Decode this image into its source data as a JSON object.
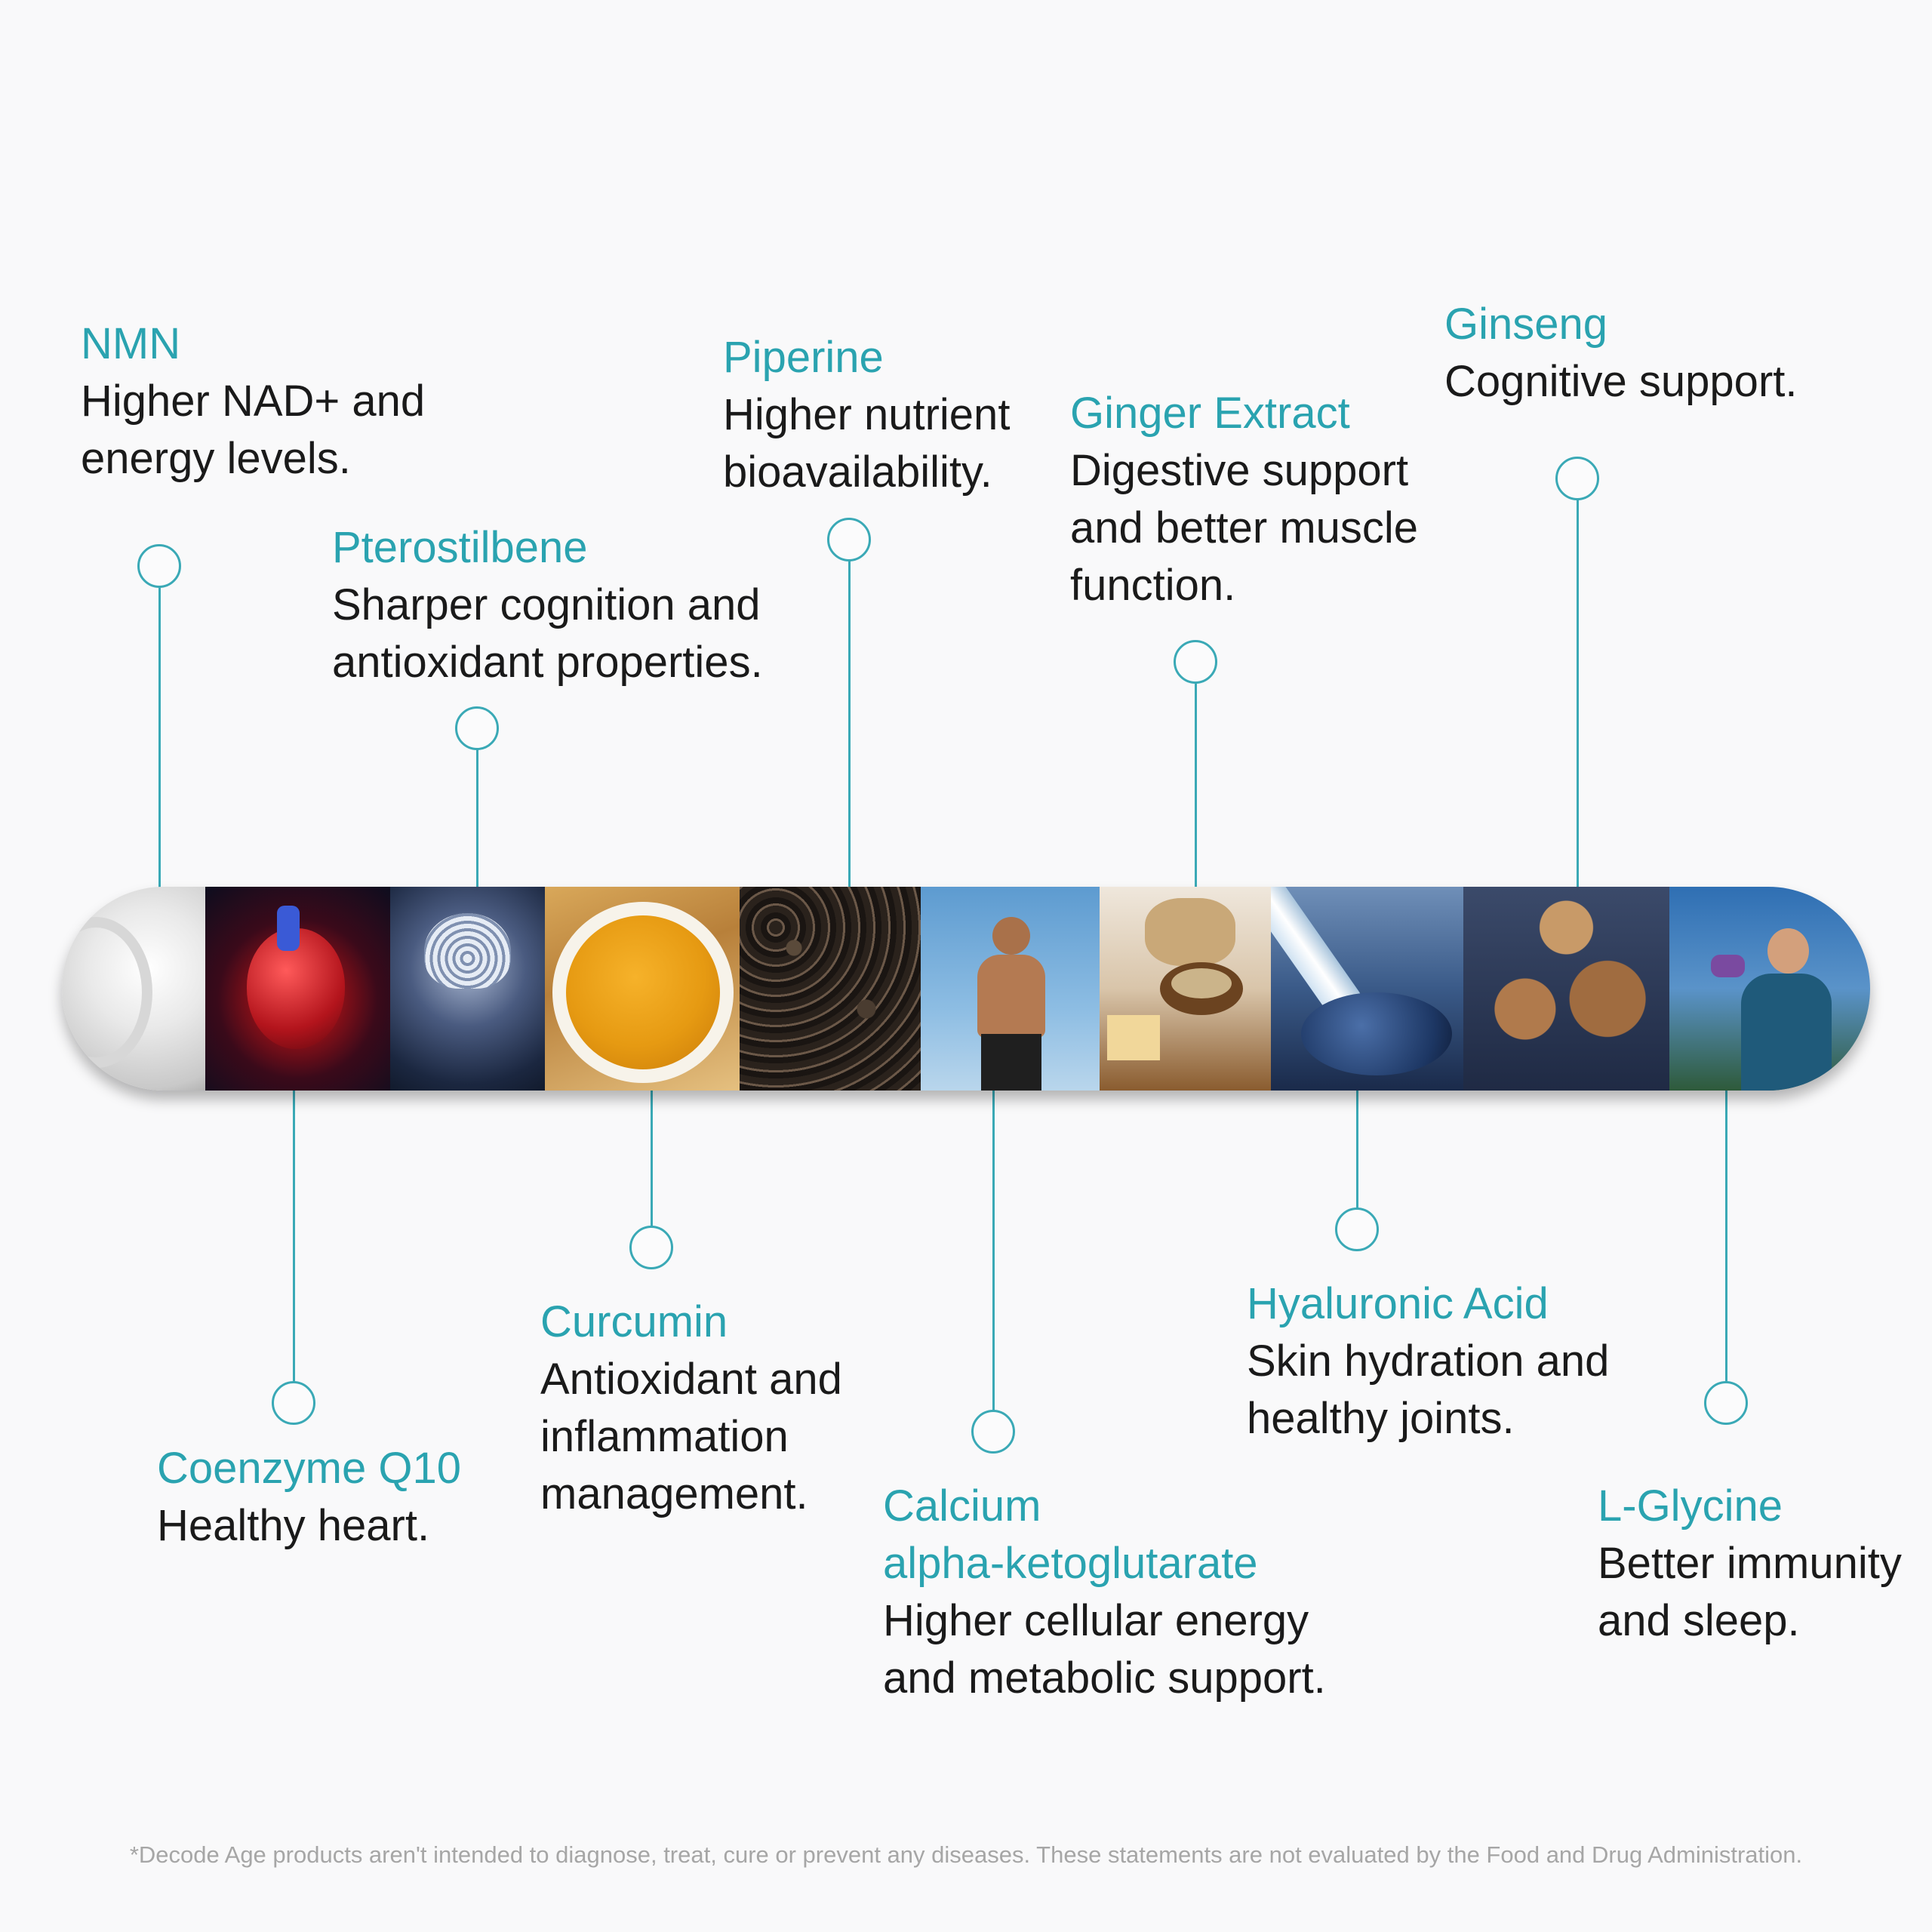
{
  "ingredients": [
    {
      "name": "NMN",
      "desc": "Higher NAD+ and\nenergy levels."
    },
    {
      "name": "Pterostilbene",
      "desc": "Sharper cognition and\nantioxidant properties."
    },
    {
      "name": "Piperine",
      "desc": "Higher nutrient\nbioavailability."
    },
    {
      "name": "Ginger Extract",
      "desc": "Digestive support\nand better muscle\nfunction."
    },
    {
      "name": "Ginseng",
      "desc": "Cognitive support."
    },
    {
      "name": "Coenzyme Q10",
      "desc": "Healthy heart."
    },
    {
      "name": "Curcumin",
      "desc": "Antioxidant and\ninflammation\nmanagement."
    },
    {
      "name": "Calcium\nalpha-ketoglutarate",
      "desc": "Higher cellular energy\nand metabolic support."
    },
    {
      "name": "Hyaluronic Acid",
      "desc": "Skin hydration and\nhealthy joints."
    },
    {
      "name": "L-Glycine",
      "desc": "Better immunity\nand sleep."
    }
  ],
  "colors": {
    "accent": "#2aa3b0",
    "text": "#1a1a1a",
    "line": "#3aa9b6",
    "background": "#f9f9fa"
  },
  "disclaimer": "*Decode Age products aren't intended to diagnose, treat, cure or prevent any diseases. These statements are not evaluated by the Food and Drug Administration."
}
